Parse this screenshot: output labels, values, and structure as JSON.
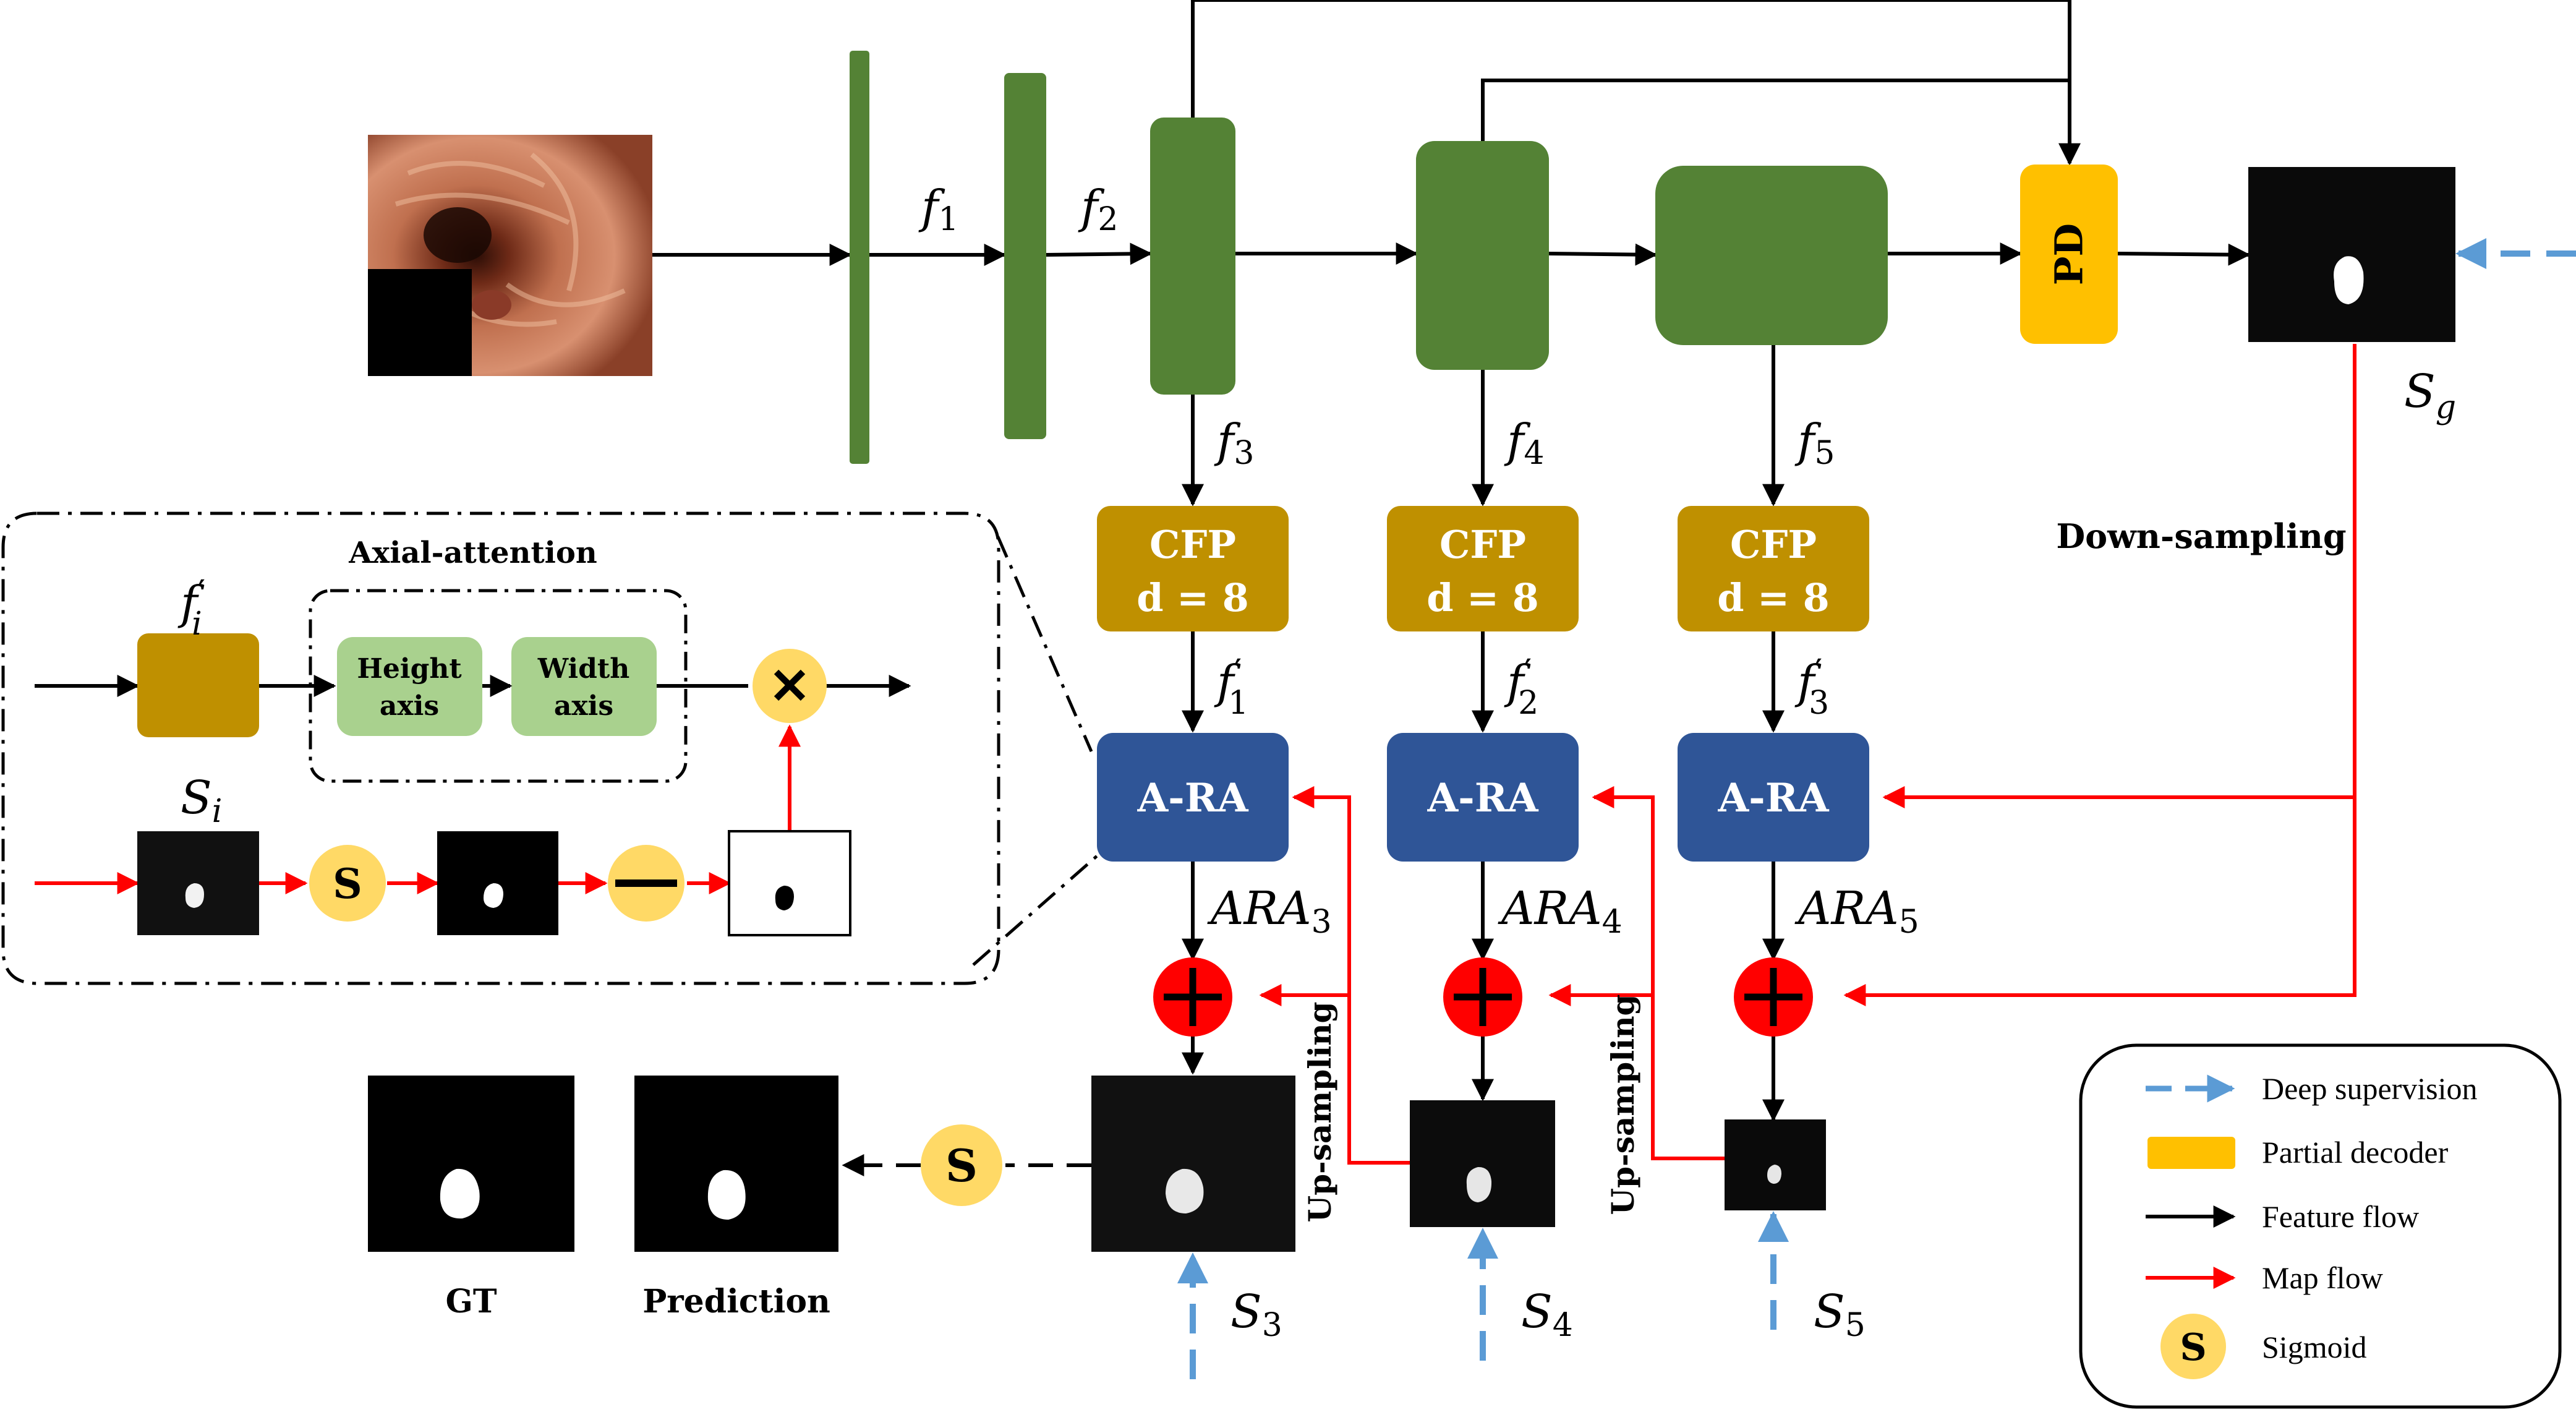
{
  "features": {
    "f1": {
      "base": "f",
      "sub": "1"
    },
    "f2": {
      "base": "f",
      "sub": "2"
    },
    "f3": {
      "base": "f",
      "sub": "3"
    },
    "f4": {
      "base": "f",
      "sub": "4"
    },
    "f5": {
      "base": "f",
      "sub": "5"
    },
    "fp1": {
      "base": "f",
      "prime": "′",
      "sub": "1"
    },
    "fp2": {
      "base": "f",
      "prime": "′",
      "sub": "2"
    },
    "fp3": {
      "base": "f",
      "prime": "′",
      "sub": "3"
    },
    "fpi": {
      "base": "f",
      "prime": "′",
      "sub": "i"
    }
  },
  "maps": {
    "sg": {
      "base": "S",
      "sub": "g"
    },
    "s3": {
      "base": "S",
      "sub": "3"
    },
    "s4": {
      "base": "S",
      "sub": "4"
    },
    "s5": {
      "base": "S",
      "sub": "5"
    },
    "si": {
      "base": "S",
      "sub": "i"
    }
  },
  "ara": {
    "ara3": {
      "base": "ARA",
      "sub": "3"
    },
    "ara4": {
      "base": "ARA",
      "sub": "4"
    },
    "ara5": {
      "base": "ARA",
      "sub": "5"
    }
  },
  "blocks": {
    "pd": "PD",
    "cfp_line1": "CFP",
    "cfp_line2": "d = 8",
    "ara_block": "A-RA",
    "height_l1": "Height",
    "height_l2": "axis",
    "width_l1": "Width",
    "width_l2": "axis",
    "sigmoid": "S",
    "multiply": "✕"
  },
  "labels": {
    "axial_attention": "Axial-attention",
    "down_sampling": "Down-sampling",
    "up_sampling": "Up-sampling",
    "gt": "GT",
    "prediction": "Prediction"
  },
  "legend": {
    "items": [
      {
        "label": "Deep supervision",
        "marker": "dashed-blue-arrow"
      },
      {
        "label": "Partial decoder",
        "marker": "yellow-box"
      },
      {
        "label": "Feature flow",
        "marker": "black-arrow"
      },
      {
        "label": "Map flow",
        "marker": "red-arrow"
      },
      {
        "label": "Sigmoid",
        "marker": "sigmoid-circle"
      }
    ]
  },
  "colors": {
    "encoder_green": "#548235",
    "cfp_gold": "#BF9000",
    "ara_blue": "#2F5597",
    "pd_yellow": "#FFC000",
    "axis_green": "#A9D18E",
    "map_red": "#FF0000",
    "supervision_blue": "#5B9BD5",
    "sigmoid_yellow": "#FFD966"
  }
}
